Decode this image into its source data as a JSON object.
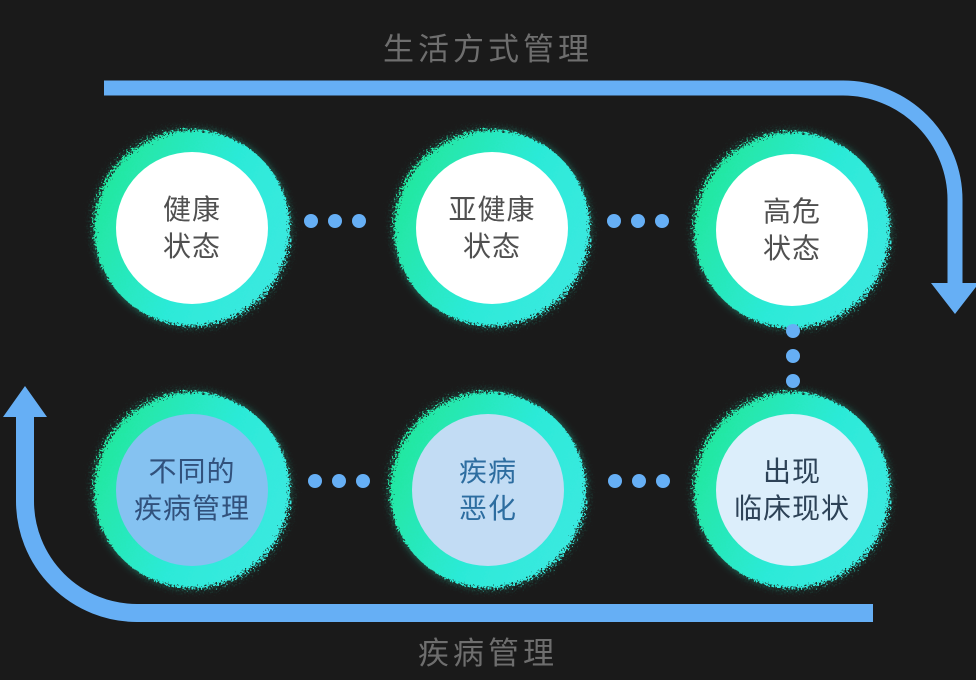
{
  "labels": {
    "top": "生活方式管理",
    "bottom": "疾病管理"
  },
  "nodes": [
    {
      "id": "healthy-state",
      "line1": "健康",
      "line2": "状态",
      "fill_color": "#ffffff",
      "text_color": "#505050"
    },
    {
      "id": "sub-healthy-state",
      "line1": "亚健康",
      "line2": "状态",
      "fill_color": "#ffffff",
      "text_color": "#505050"
    },
    {
      "id": "high-risk-state",
      "line1": "高危",
      "line2": "状态",
      "fill_color": "#ffffff",
      "text_color": "#505050"
    },
    {
      "id": "different-disease-management",
      "line1": "不同的",
      "line2": "疾病管理",
      "fill_color": "#85c2f1",
      "text_color": "#31517c"
    },
    {
      "id": "disease-worsening",
      "line1": "疾病",
      "line2": "恶化",
      "fill_color": "#c2dcf4",
      "text_color": "#2d6da0"
    },
    {
      "id": "clinical-symptoms",
      "line1": "出现",
      "line2": "临床现状",
      "fill_color": "#dceefb",
      "text_color": "#2d4257"
    }
  ],
  "colors": {
    "background": "#1a1a1a",
    "arrow_blue": "#66aff5",
    "dot_blue": "#66aff5",
    "ring_green": "#22e79a",
    "ring_cyan": "#3be9e0",
    "title_grey": "#6e6e6e"
  }
}
